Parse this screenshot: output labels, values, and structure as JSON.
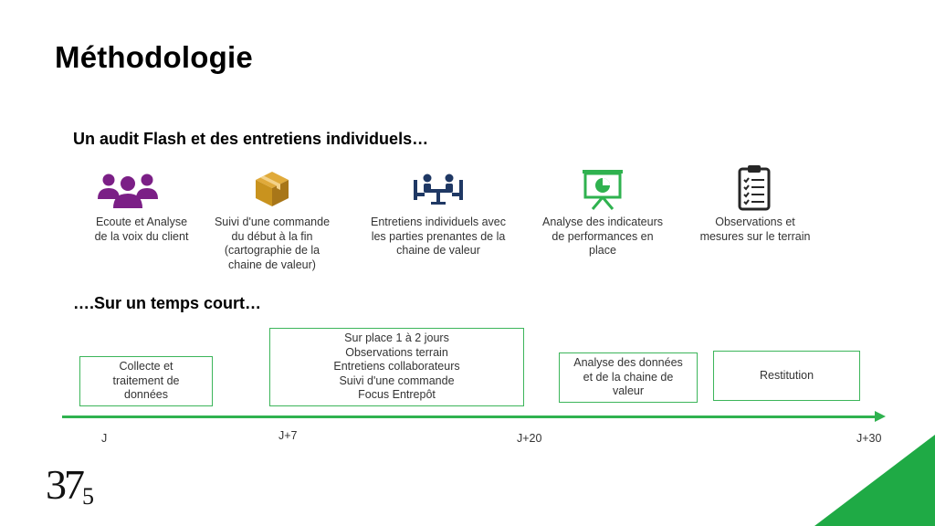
{
  "title": "Méthodologie",
  "section1": {
    "heading": "Un audit Flash et des entretiens individuels…",
    "items": [
      {
        "icon": "people-group-icon",
        "lines": [
          "Ecoute et Analyse",
          "de la voix du client"
        ]
      },
      {
        "icon": "package-box-icon",
        "lines": [
          "Suivi d'une commande",
          "du début à la fin",
          "(cartographie de la",
          "chaine de valeur)"
        ]
      },
      {
        "icon": "meeting-table-icon",
        "lines": [
          "Entretiens individuels avec",
          "les parties prenantes de la",
          "chaine de valeur"
        ]
      },
      {
        "icon": "presentation-chart-icon",
        "lines": [
          "Analyse des indicateurs",
          "de performances en",
          "place"
        ]
      },
      {
        "icon": "clipboard-checklist-icon",
        "lines": [
          "Observations et",
          "mesures sur le terrain"
        ]
      }
    ]
  },
  "section2": {
    "heading": "….Sur un temps court…",
    "boxes": [
      {
        "lines": [
          "Collecte et",
          "traitement de",
          "données"
        ]
      },
      {
        "lines": [
          "Sur place 1 à 2 jours",
          "Observations terrain",
          "Entretiens collaborateurs",
          "Suivi d'une commande",
          "Focus Entrepôt"
        ]
      },
      {
        "lines": [
          "Analyse des données",
          "et de la chaine de",
          "valeur"
        ]
      },
      {
        "lines": [
          "Restitution"
        ]
      }
    ],
    "ticks": [
      "J",
      "J+7",
      "J+20",
      "J+30"
    ]
  },
  "logo": {
    "main": "37",
    "small": "5"
  },
  "colors": {
    "accent_green": "#2fb24f",
    "corner_green": "#1faa45",
    "purple": "#7b1f86",
    "gold": "#c9931e",
    "navy": "#1f3864"
  }
}
